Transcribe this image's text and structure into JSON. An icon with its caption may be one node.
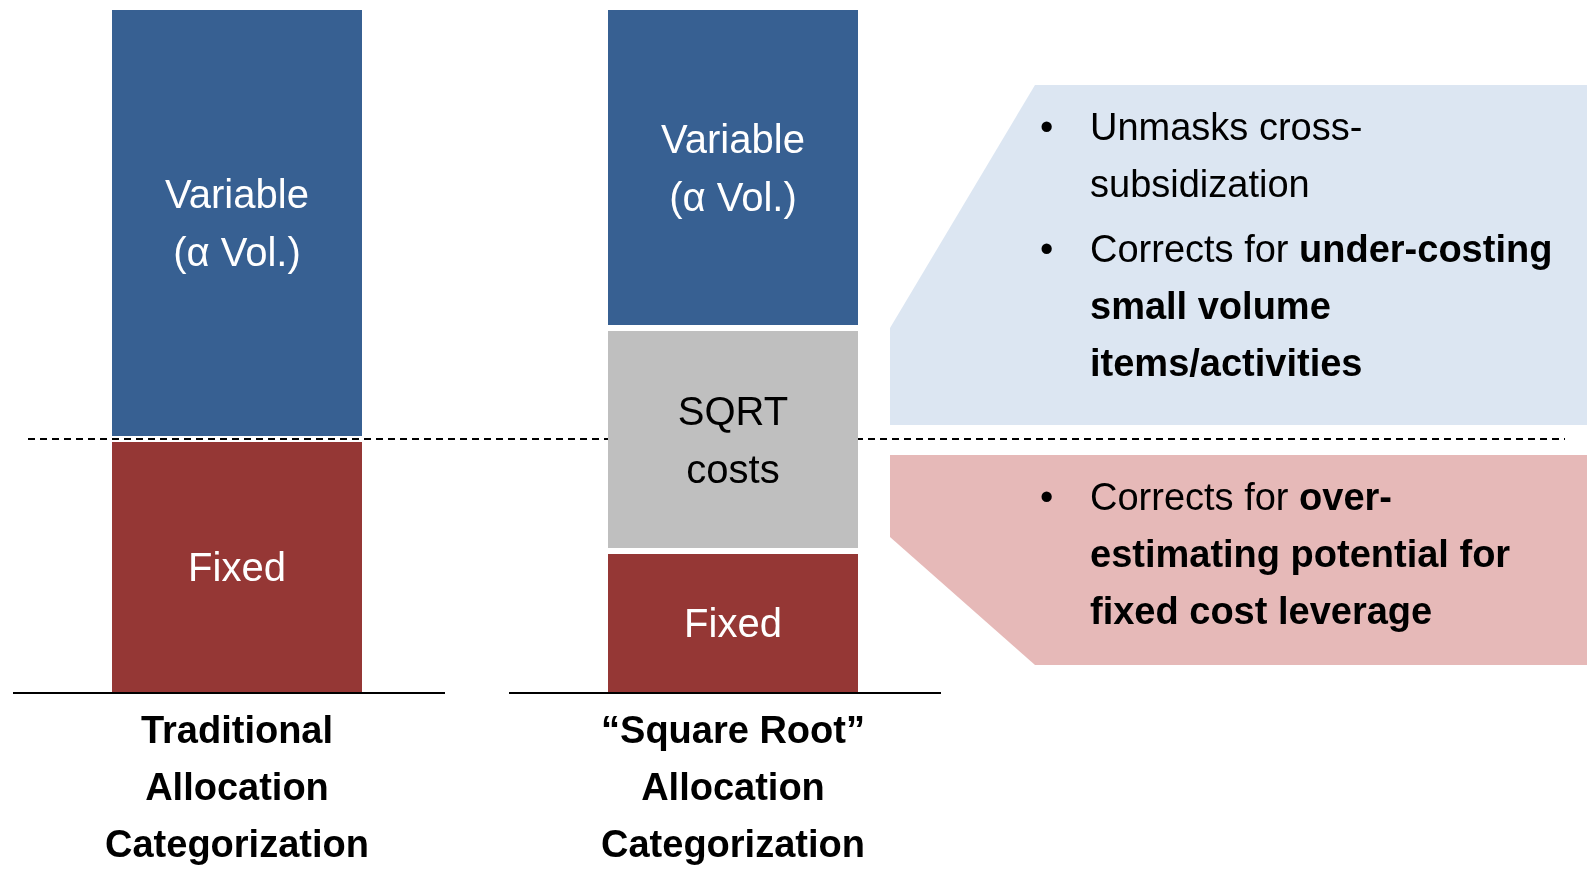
{
  "diagram": {
    "nodes": [
      {
        "text": [
          "Variable (α Vol.)"
        ]
      },
      {
        "text": [
          "Fixed"
        ]
      },
      {
        "text": [
          "Variable (α Vol.)"
        ]
      },
      {
        "text": [
          "SQRT costs"
        ]
      },
      {
        "text": [
          "Fixed"
        ]
      },
      {
        "text": [
          "• Unmasks cross-subsidization",
          "• Corrects for **under-costing small volume items/activities**"
        ]
      },
      {
        "text": [
          "• Corrects for **over-estimating potential for fixed cost leverage**"
        ]
      }
    ],
    "labels": [
      "Traditional Allocation Categorization",
      "“Square Root” Allocation Categorization"
    ]
  }
}
